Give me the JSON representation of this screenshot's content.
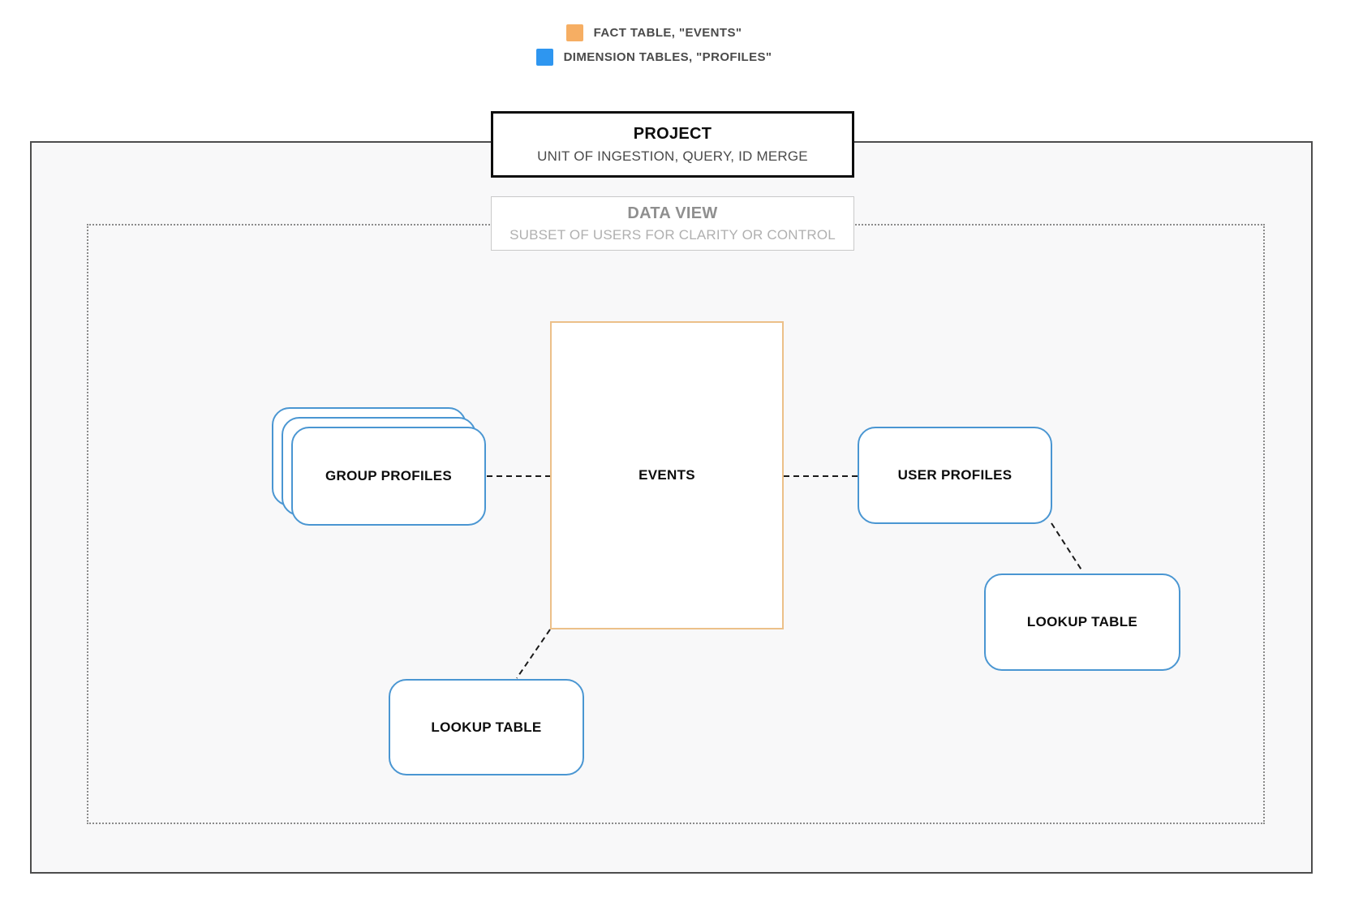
{
  "legend": {
    "items": [
      {
        "name": "fact-table",
        "label": "FACT TABLE, \"EVENTS\"",
        "swatch": "#f6ae63"
      },
      {
        "name": "dimension-tables",
        "label": "DIMENSION TABLES, \"PROFILES\"",
        "swatch": "#2e96f0"
      }
    ]
  },
  "project": {
    "title": "PROJECT",
    "subtitle": "UNIT OF INGESTION, QUERY, ID MERGE"
  },
  "data_view": {
    "title": "DATA VIEW",
    "subtitle": "SUBSET OF USERS FOR CLARITY OR CONTROL"
  },
  "nodes": {
    "events": {
      "label": "EVENTS",
      "border_color": "#ecc089"
    },
    "group_profiles": {
      "label": "GROUP PROFILES",
      "border_color": "#4a96d2",
      "stack_count": 3
    },
    "user_profiles": {
      "label": "USER PROFILES",
      "border_color": "#4a96d2"
    },
    "lookup_left": {
      "label": "LOOKUP TABLE",
      "border_color": "#4a96d2"
    },
    "lookup_right": {
      "label": "LOOKUP TABLE",
      "border_color": "#4a96d2"
    }
  },
  "colors": {
    "fact_accent": "#f6ae63",
    "dimension_accent": "#2e96f0",
    "outer_frame_border": "#4d4d4d",
    "dotted_frame_border": "#8a8a8a",
    "inner_background": "#f8f8f9",
    "connector": "#1a1a1a"
  }
}
